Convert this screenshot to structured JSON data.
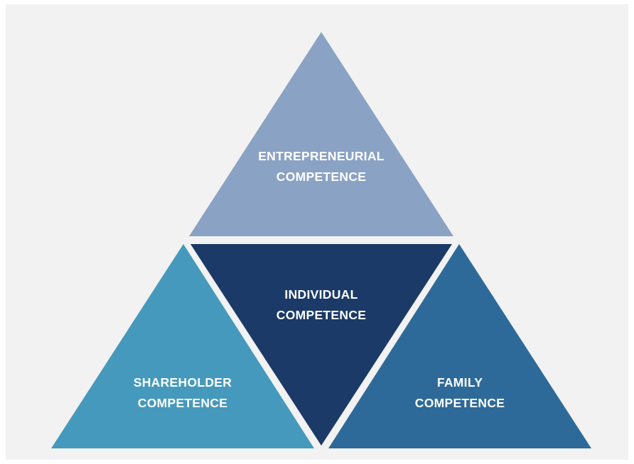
{
  "diagram": {
    "segments": [
      {
        "id": "entrepreneurial",
        "line1": "ENTREPRENEURIAL",
        "line2": "COMPETENCE",
        "color": "#8aa2c4"
      },
      {
        "id": "individual",
        "line1": "INDIVIDUAL",
        "line2": "COMPETENCE",
        "color": "#1b3a67"
      },
      {
        "id": "shareholder",
        "line1": "SHAREHOLDER",
        "line2": "COMPETENCE",
        "color": "#4599bc"
      },
      {
        "id": "family",
        "line1": "FAMILY",
        "line2": "COMPETENCE",
        "color": "#2e6a99"
      }
    ],
    "background_color": "#f2f2f2"
  }
}
